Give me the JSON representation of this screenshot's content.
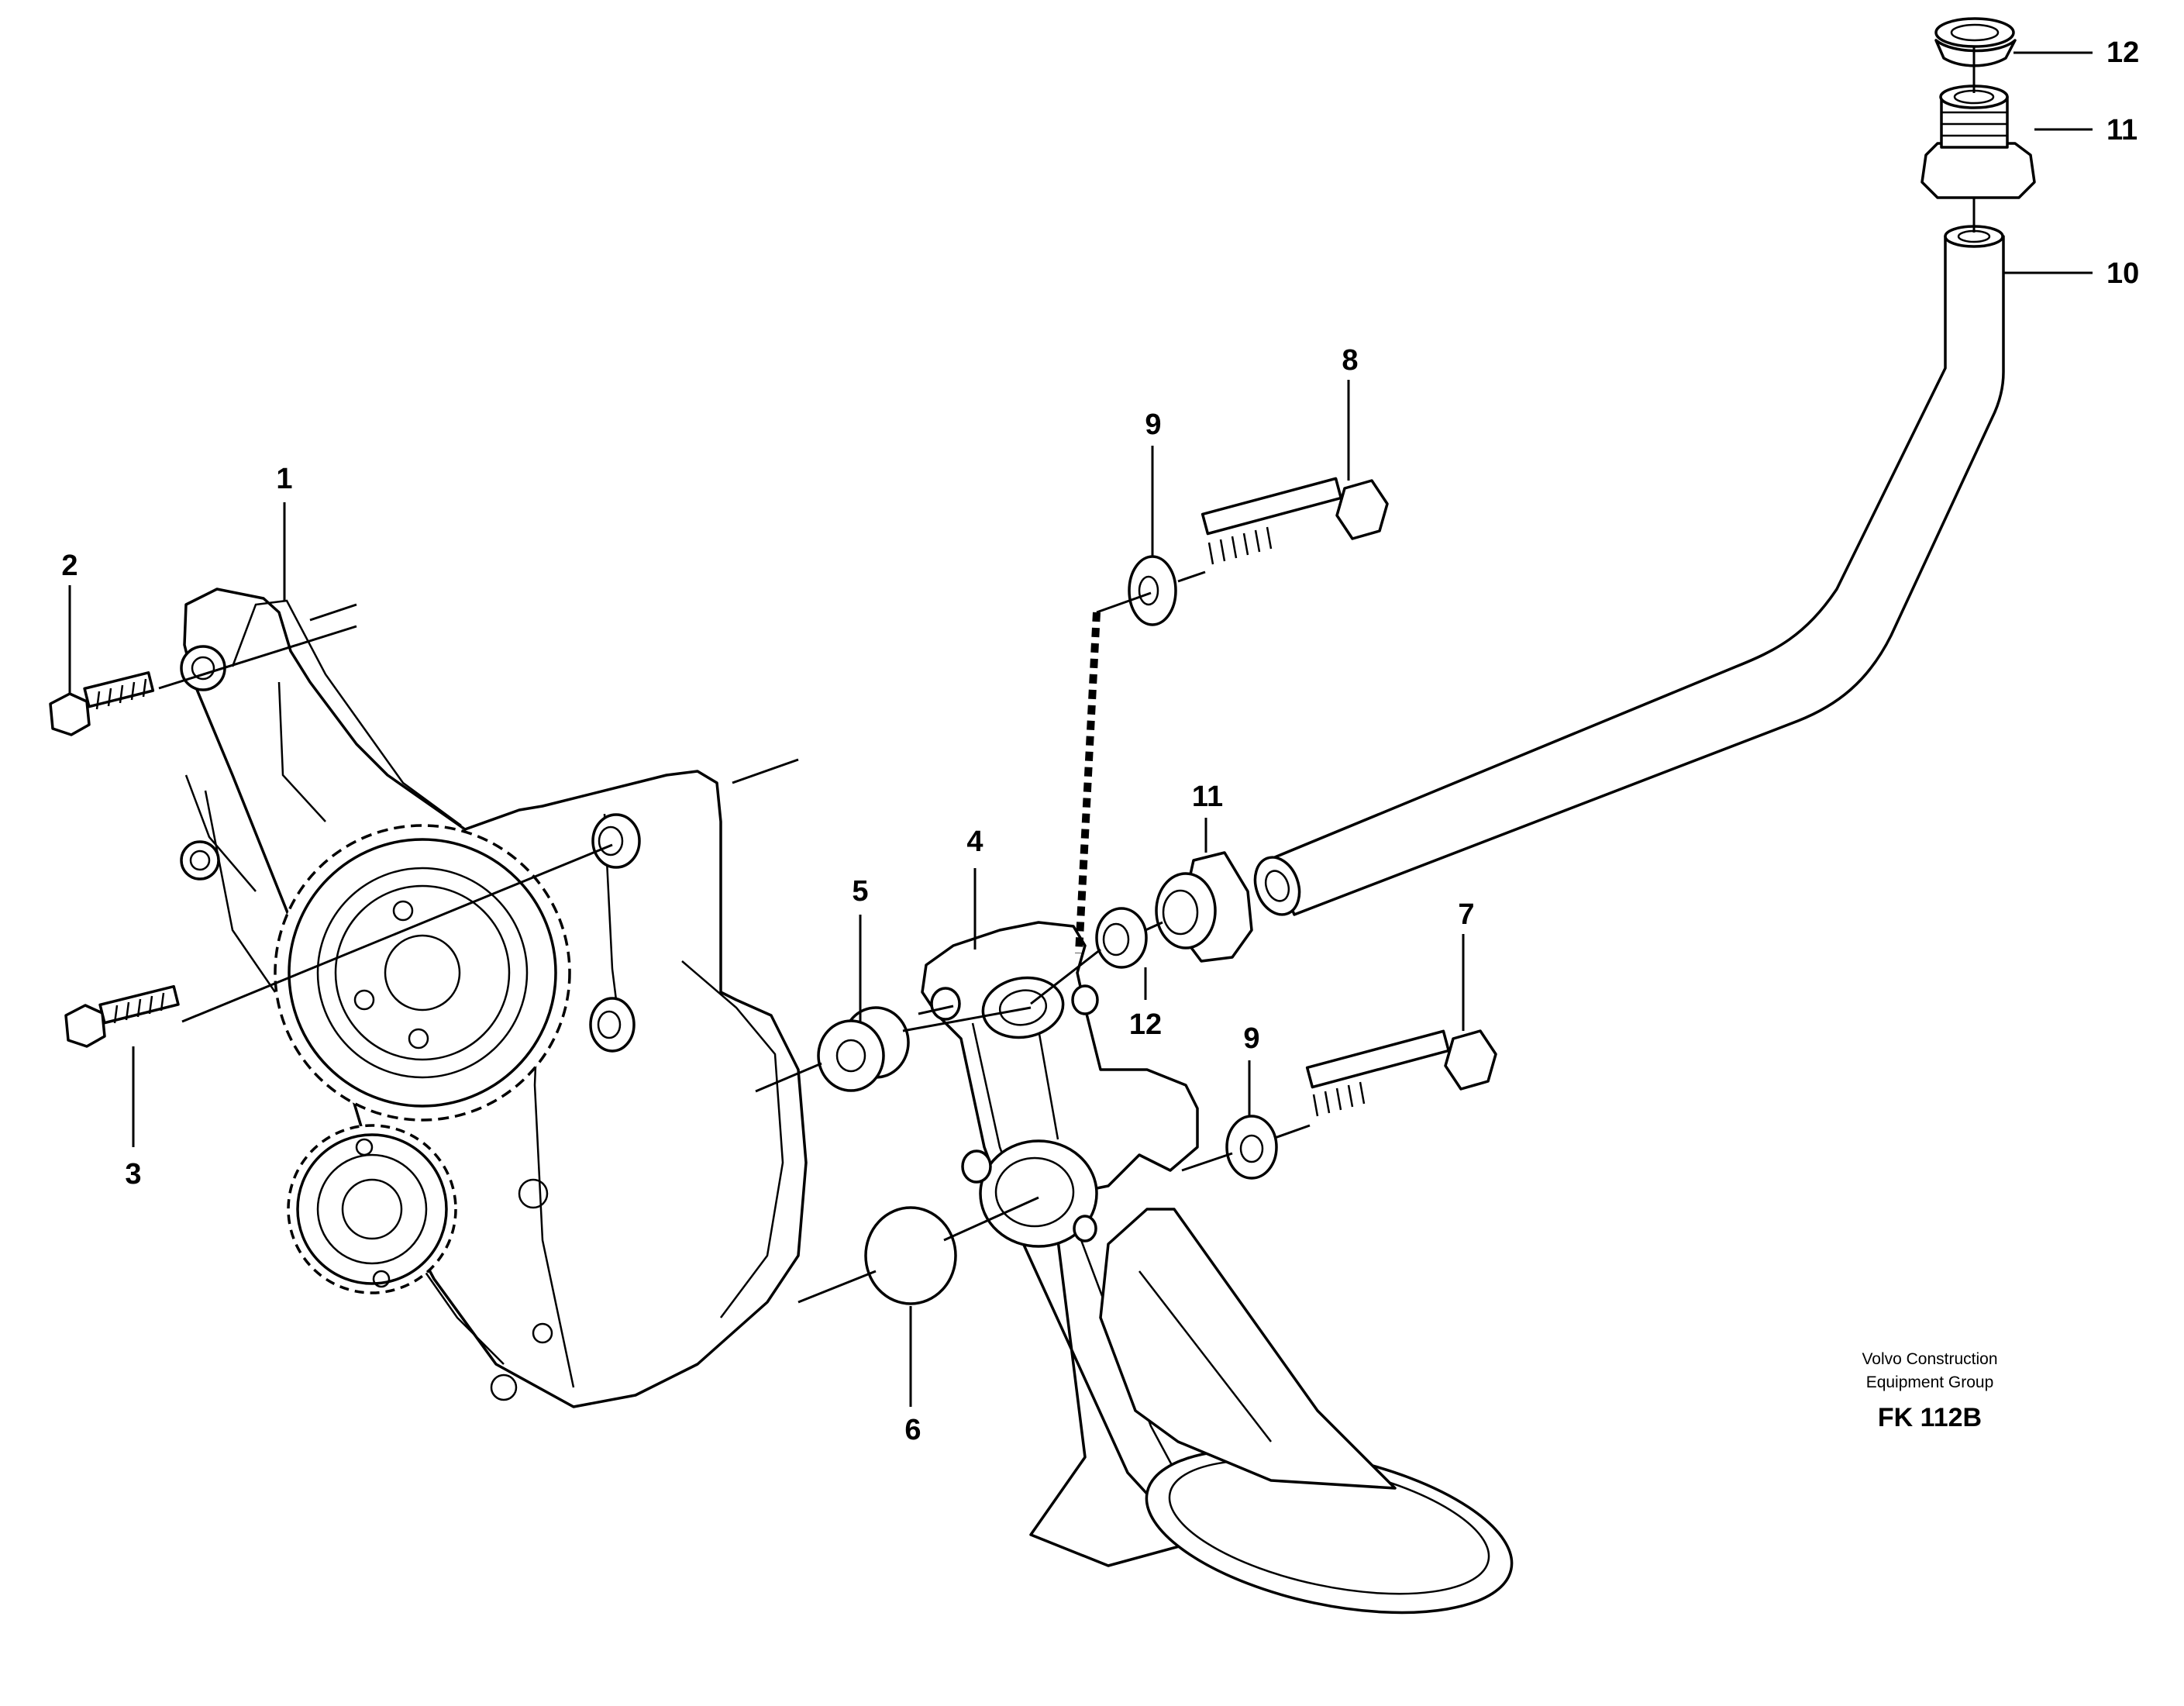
{
  "callouts": {
    "c1": "1",
    "c2": "2",
    "c3": "3",
    "c4": "4",
    "c5": "5",
    "c6": "6",
    "c7": "7",
    "c8": "8",
    "c9a": "9",
    "c9b": "9",
    "c10": "10",
    "c11a": "11",
    "c11b": "11",
    "c12a": "12",
    "c12b": "12"
  },
  "footer": {
    "line1": "Volvo Construction",
    "line2": "Equipment Group",
    "code": "FK 112B"
  },
  "colors": {
    "ink": "#000000",
    "paper": "#ffffff"
  }
}
